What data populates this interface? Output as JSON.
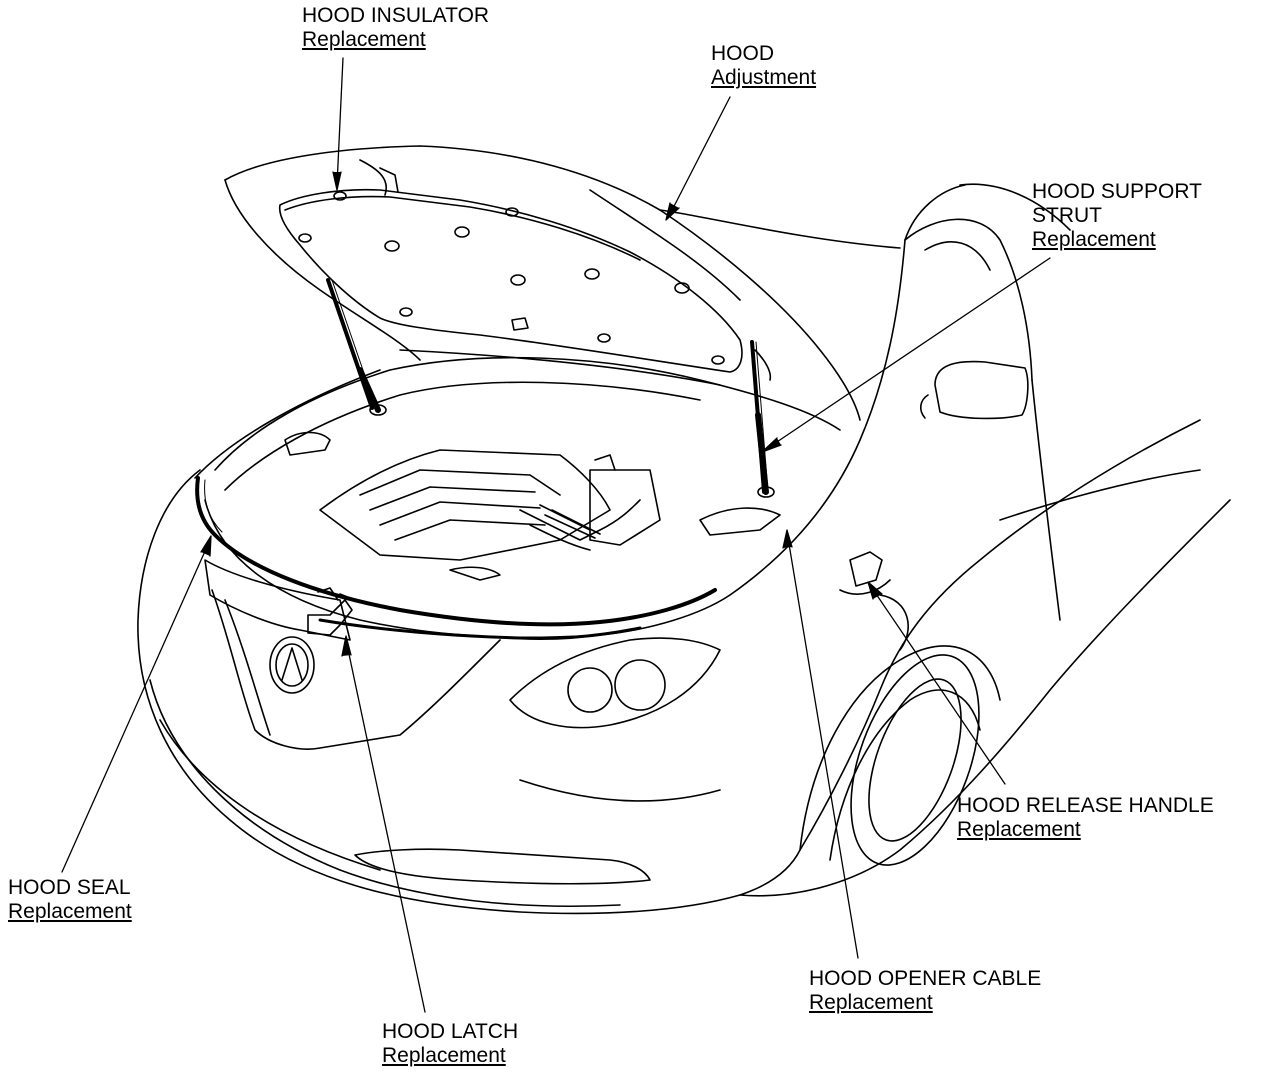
{
  "callouts": {
    "hood_insulator": {
      "name": "HOOD INSULATOR",
      "link": "Replacement"
    },
    "hood": {
      "name": "HOOD",
      "link": "Adjustment"
    },
    "hood_support_strut": {
      "name_line1": "HOOD SUPPORT",
      "name_line2": "STRUT",
      "link": "Replacement"
    },
    "hood_release_handle": {
      "name": "HOOD RELEASE HANDLE",
      "link": "Replacement"
    },
    "hood_seal": {
      "name": "HOOD SEAL",
      "link": "Replacement"
    },
    "hood_opener_cable": {
      "name": "HOOD OPENER CABLE",
      "link": "Replacement"
    },
    "hood_latch": {
      "name": "HOOD LATCH",
      "link": "Replacement"
    }
  },
  "style": {
    "line_color": "#000000",
    "background": "#ffffff"
  }
}
